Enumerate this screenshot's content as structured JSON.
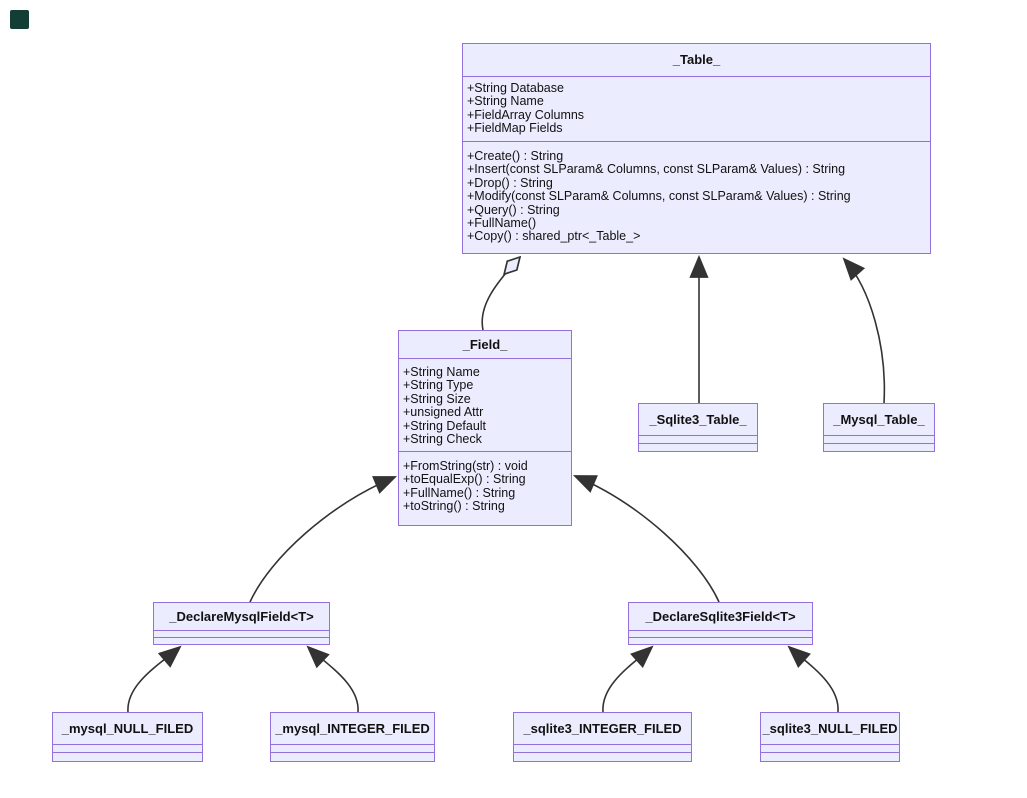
{
  "diagram": {
    "type": "uml-class-diagram",
    "colors": {
      "background": "#ffffff",
      "box_fill": "#ECECFF",
      "box_stroke": "#9370DB",
      "edge_color": "#333333",
      "text_color": "#111111",
      "corner_square": "#123E36"
    }
  },
  "classes": {
    "table": {
      "title": "_Table_",
      "attributes": [
        "+String Database",
        "+String Name",
        "+FieldArray Columns",
        "+FieldMap Fields"
      ],
      "methods": [
        "+Create() : String",
        "+Insert(const SLParam& Columns, const SLParam& Values) : String",
        "+Drop() : String",
        "+Modify(const SLParam& Columns, const SLParam& Values) : String",
        "+Query() : String",
        "+FullName()",
        "+Copy() : shared_ptr<_Table_>"
      ]
    },
    "field": {
      "title": "_Field_",
      "attributes": [
        "+String Name",
        "+String Type",
        "+String Size",
        "+unsigned Attr",
        "+String Default",
        "+String Check"
      ],
      "methods": [
        "+FromString(str) : void",
        "+toEqualExp() : String",
        "+FullName() : String",
        "+toString() : String"
      ]
    },
    "sqlite3_table": {
      "title": "_Sqlite3_Table_",
      "attributes": [],
      "methods": []
    },
    "mysql_table": {
      "title": "_Mysql_Table_",
      "attributes": [],
      "methods": []
    },
    "declare_mysql_field": {
      "title": "_DeclareMysqlField<T>",
      "attributes": [],
      "methods": []
    },
    "declare_sqlite3_field": {
      "title": "_DeclareSqlite3Field<T>",
      "attributes": [],
      "methods": []
    },
    "mysql_null_filed": {
      "title": "_mysql_NULL_FILED",
      "attributes": [],
      "methods": []
    },
    "mysql_integer_filed": {
      "title": "_mysql_INTEGER_FILED",
      "attributes": [],
      "methods": []
    },
    "sqlite3_integer_filed": {
      "title": "_sqlite3_INTEGER_FILED",
      "attributes": [],
      "methods": []
    },
    "sqlite3_null_filed": {
      "title": "_sqlite3_NULL_FILED",
      "attributes": [],
      "methods": []
    }
  },
  "relationships": [
    {
      "from": "_Field_",
      "to": "_Table_",
      "type": "aggregation"
    },
    {
      "from": "_Sqlite3_Table_",
      "to": "_Table_",
      "type": "inheritance"
    },
    {
      "from": "_Mysql_Table_",
      "to": "_Table_",
      "type": "inheritance"
    },
    {
      "from": "_DeclareMysqlField<T>",
      "to": "_Field_",
      "type": "inheritance"
    },
    {
      "from": "_DeclareSqlite3Field<T>",
      "to": "_Field_",
      "type": "inheritance"
    },
    {
      "from": "_mysql_NULL_FILED",
      "to": "_DeclareMysqlField<T>",
      "type": "inheritance"
    },
    {
      "from": "_mysql_INTEGER_FILED",
      "to": "_DeclareMysqlField<T>",
      "type": "inheritance"
    },
    {
      "from": "_sqlite3_INTEGER_FILED",
      "to": "_DeclareSqlite3Field<T>",
      "type": "inheritance"
    },
    {
      "from": "_sqlite3_NULL_FILED",
      "to": "_DeclareSqlite3Field<T>",
      "type": "inheritance"
    }
  ]
}
